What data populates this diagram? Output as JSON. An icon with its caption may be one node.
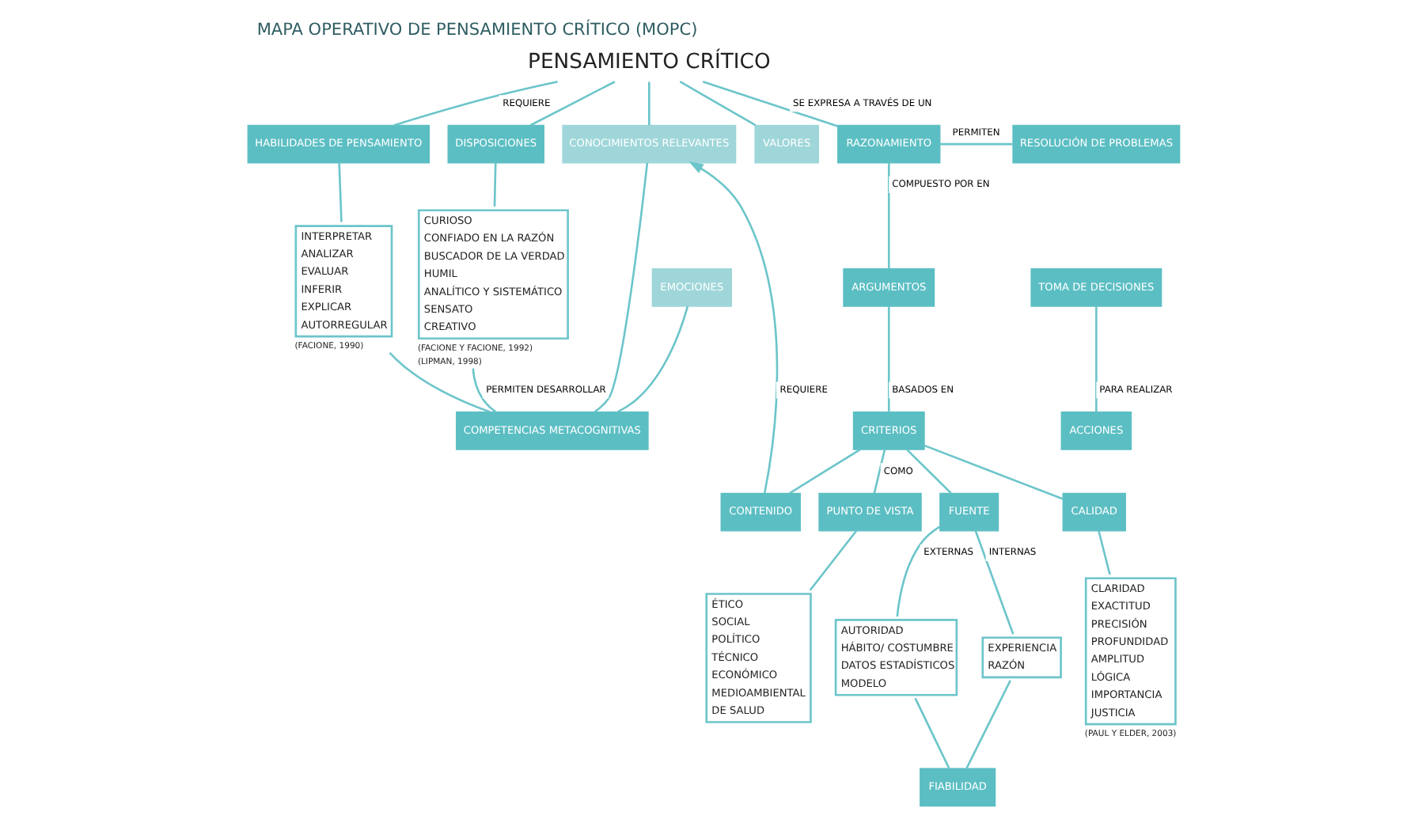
{
  "diagram": {
    "title": "MAPA OPERATIVO DE PENSAMIENTO CRÍTICO (MOPC)",
    "nodes": [
      {
        "text": [
          "PENSAMIENTO CRÍTICO"
        ]
      },
      {
        "text": [
          "HABILIDADES DE PENSAMIENTO"
        ]
      },
      {
        "text": [
          "DISPOSICIONES"
        ]
      },
      {
        "text": [
          "VALORES"
        ]
      },
      {
        "text": [
          "EMOCIONES"
        ]
      },
      {
        "text": [
          "CONOCIMIENTOS RELEVANTES"
        ]
      },
      {
        "text": [
          "RAZONAMIENTO"
        ]
      },
      {
        "text": [
          "INTERPRETAR",
          "ANALIZAR",
          "EVALUAR",
          "INFERIR",
          "EXPLICAR",
          "AUTORREGULAR"
        ],
        "beside": [
          "(FACIONE, 1990)"
        ]
      },
      {
        "text": [
          "CURIOSO",
          "CONFIADO EN LA RAZÓN",
          "BUSCADOR DE LA VERDAD",
          "HUMIL",
          "ANALÍTICO Y SISTEMÁTICO",
          "SENSATO",
          "CREATIVO"
        ],
        "beside": [
          "(FACIONE Y FACIONE, 1992)",
          "(LIPMAN, 1998)"
        ]
      },
      {
        "text": [
          "RESOLUCIÓN DE PROBLEMAS"
        ]
      },
      {
        "text": [
          "TOMA DE DECISIONES"
        ]
      },
      {
        "text": [
          "ARGUMENTOS"
        ]
      },
      {
        "text": [
          "ACCIONES"
        ]
      },
      {
        "text": [
          "CRITERIOS"
        ]
      },
      {
        "text": [
          "CONTENIDO"
        ]
      },
      {
        "text": [
          "PUNTO DE VISTA"
        ]
      },
      {
        "text": [
          "FUENTE"
        ]
      },
      {
        "text": [
          "CALIDAD"
        ]
      },
      {
        "text": [
          "ÉTICO",
          "SOCIAL",
          "POLÍTICO",
          "TÉCNICO",
          "ECONÓMICO",
          "MEDIOAMBIENTAL",
          "DE SALUD"
        ]
      },
      {
        "text": [
          "AUTORIDAD",
          "HÁBITO/ COSTUMBRE",
          "DATOS ESTADÍSTICOS",
          "MODELO"
        ]
      },
      {
        "text": [
          "EXPERIENCIA",
          "RAZÓN"
        ]
      },
      {
        "text": [
          "CLARIDAD",
          "EXACTITUD",
          "PRECISIÓN",
          "PROFUNDIDAD",
          "AMPLITUD",
          "LÓGICA",
          "IMPORTANCIA",
          "JUSTICIA"
        ],
        "beside": [
          "(PAUL Y ELDER, 2003)"
        ]
      },
      {
        "text": [
          "COMPETENCIAS METACOGNITIVAS"
        ]
      },
      {
        "text": [
          "FIABILIDAD"
        ]
      }
    ],
    "edges": [
      {
        "from": 0,
        "to": 1,
        "arrow": "none",
        "label": "REQUIERE"
      },
      {
        "from": 0,
        "to": 2,
        "arrow": "none"
      },
      {
        "from": 0,
        "to": 3,
        "arrow": "none"
      },
      {
        "from": 0,
        "to": 5,
        "arrow": "none"
      },
      {
        "from": 0,
        "to": 6,
        "arrow": "none",
        "label": "SE EXPRESA A TRAVÉS DE UN"
      },
      {
        "from": 1,
        "to": 7,
        "arrow": "none"
      },
      {
        "from": 2,
        "to": 8,
        "arrow": "none"
      },
      {
        "from": 7,
        "to": 22,
        "arrow": "none"
      },
      {
        "from": 8,
        "to": 22,
        "arrow": "none",
        "label": "PERMITEN DESARROLLAR"
      },
      {
        "from": 4,
        "to": 22,
        "arrow": "none"
      },
      {
        "from": 5,
        "to": 22,
        "arrow": "none"
      },
      {
        "from": 6,
        "to": 9,
        "arrow": "none",
        "label": "PERMITEN"
      },
      {
        "from": 6,
        "to": 11,
        "arrow": "none",
        "label": "COMPUESTO POR EN"
      },
      {
        "from": 10,
        "to": 12,
        "arrow": "none",
        "label": "PARA REALIZAR"
      },
      {
        "from": 11,
        "to": 13,
        "arrow": "none",
        "label": "BASADOS EN"
      },
      {
        "from": 14,
        "to": 5,
        "arrow": "to",
        "label": "REQUIERE"
      },
      {
        "from": 13,
        "to": 14,
        "arrow": "none"
      },
      {
        "from": 13,
        "to": 15,
        "arrow": "none",
        "label": "COMO"
      },
      {
        "from": 13,
        "to": 16,
        "arrow": "none"
      },
      {
        "from": 13,
        "to": 17,
        "arrow": "none"
      },
      {
        "from": 15,
        "to": 18,
        "arrow": "none"
      },
      {
        "from": 16,
        "to": 19,
        "arrow": "none",
        "label": "EXTERNAS"
      },
      {
        "from": 16,
        "to": 20,
        "arrow": "none",
        "label": "INTERNAS"
      },
      {
        "from": 17,
        "to": 21,
        "arrow": "none"
      },
      {
        "from": 19,
        "to": 23,
        "arrow": "none"
      },
      {
        "from": 20,
        "to": 23,
        "arrow": "none"
      }
    ]
  }
}
